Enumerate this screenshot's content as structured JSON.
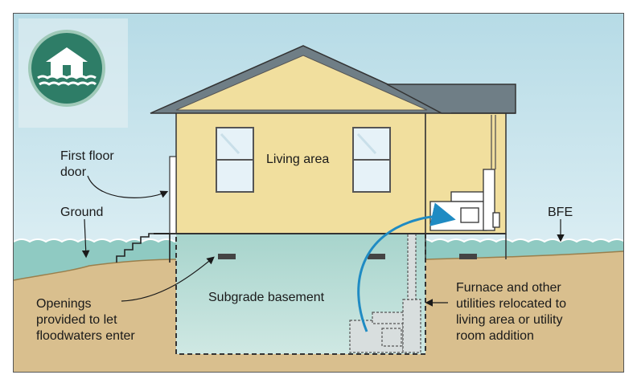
{
  "labels": {
    "first_floor_door": [
      "First floor",
      "door"
    ],
    "ground": "Ground",
    "living_area": "Living area",
    "bfe": "BFE",
    "subgrade_basement": "Subgrade basement",
    "openings": [
      "Openings",
      "provided to let",
      "floodwaters enter"
    ],
    "furnace": [
      "Furnace and other",
      "utilities relocated to",
      "living area or utility",
      "room addition"
    ]
  },
  "colors": {
    "sky_top": "#bfe0ea",
    "sky_bottom": "#eef7fa",
    "flood_water": "#8fcac2",
    "soil": "#d9bf8e",
    "house_wall": "#f1df9e",
    "roof": "#6f7e86",
    "roof_gable": "#f1df9e",
    "arrow": "#1f8bc3",
    "badge": "#2e7d67"
  },
  "icons": {
    "badge": "flooded-house-icon",
    "flow_arrow": "relocation-arrow-icon"
  }
}
